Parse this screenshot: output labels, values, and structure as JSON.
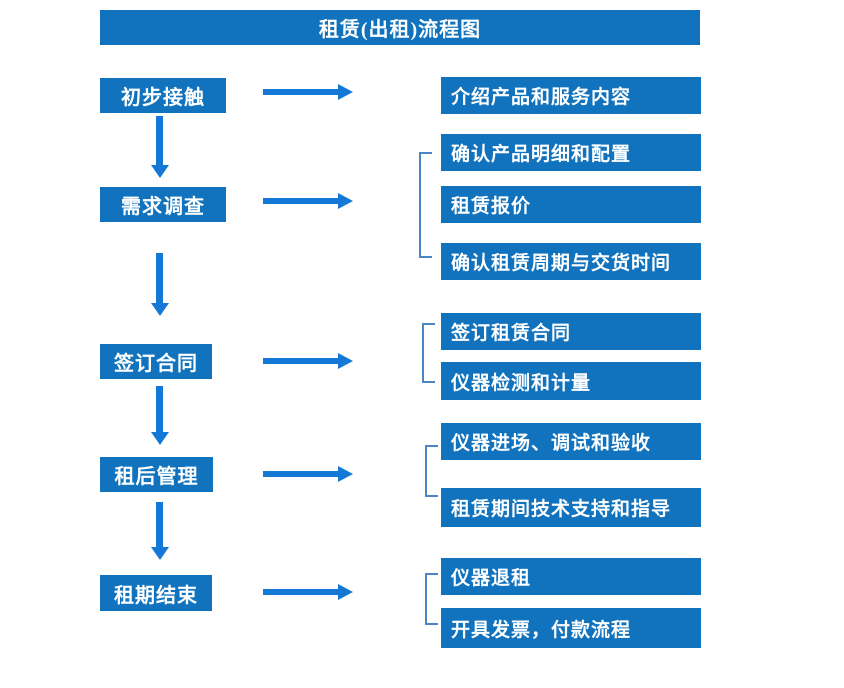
{
  "title": "租赁(出租)流程图",
  "colors": {
    "box": "#1173BD",
    "arrow": "#1478D6",
    "bracket": "#4A86C6",
    "text": "#FFFFFF",
    "background": "#FFFFFF"
  },
  "steps": [
    {
      "label": "初步接触",
      "details": [
        "介绍产品和服务内容"
      ]
    },
    {
      "label": "需求调查",
      "details": [
        "确认产品明细和配置",
        "租赁报价",
        "确认租赁周期与交货时间"
      ]
    },
    {
      "label": "签订合同",
      "details": [
        "签订租赁合同",
        "仪器检测和计量"
      ]
    },
    {
      "label": "租后管理",
      "details": [
        "仪器进场、调试和验收",
        "租赁期间技术支持和指导"
      ]
    },
    {
      "label": "租期结束",
      "details": [
        "仪器退租",
        "开具发票，付款流程"
      ]
    }
  ]
}
